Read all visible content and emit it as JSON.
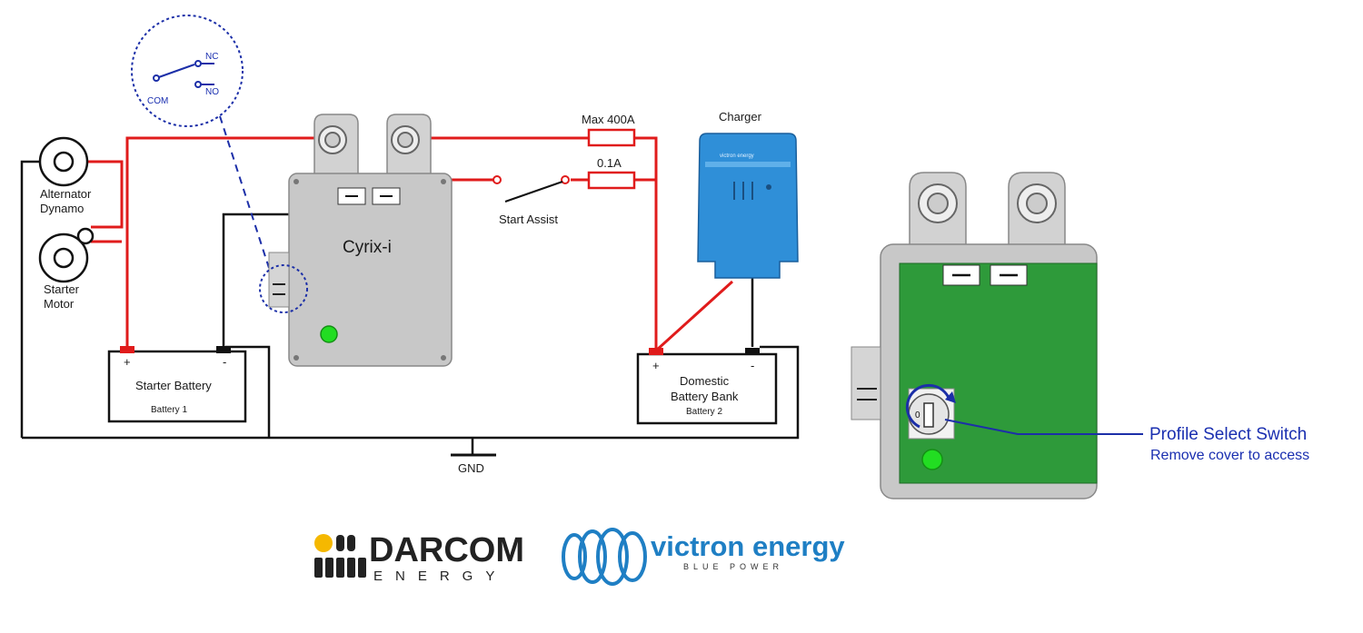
{
  "colors": {
    "positive_wire": "#e01b1b",
    "negative_wire": "#111111",
    "relay_blue": "#1c2fa8",
    "cyrix_body": "#c8c8c8",
    "pcb_green": "#2e9a3a",
    "led_green": "#22dd22",
    "charger_blue": "#2f8fd8",
    "darcom_yellow": "#f5b800",
    "victron_blue": "#1f7fc4"
  },
  "relay_inset": {
    "nc": "NC",
    "no": "NO",
    "com": "COM"
  },
  "alternator": {
    "line1": "Alternator",
    "line2": "Dynamo"
  },
  "starter_motor": {
    "line1": "Starter",
    "line2": "Motor"
  },
  "cyrix": {
    "name": "Cyrix-i"
  },
  "starter_battery": {
    "plus": "+",
    "minus": "-",
    "name": "Starter Battery",
    "sub": "Battery 1"
  },
  "domestic_battery": {
    "plus": "+",
    "minus": "-",
    "line1": "Domestic",
    "line2": "Battery Bank",
    "sub": "Battery 2"
  },
  "fuse_main": {
    "label": "Max 400A"
  },
  "fuse_small": {
    "label": "0.1A"
  },
  "start_assist": {
    "label": "Start Assist"
  },
  "charger": {
    "label": "Charger",
    "brand": "victron energy"
  },
  "ground": {
    "label": "GND"
  },
  "profile_switch": {
    "title": "Profile Select Switch",
    "subtitle": "Remove cover to access",
    "knob": "0"
  },
  "logos": {
    "darcom_top": "DARCOM",
    "darcom_bottom": "ENERGY",
    "victron_top": "victron energy",
    "victron_bottom": "BLUE POWER"
  }
}
